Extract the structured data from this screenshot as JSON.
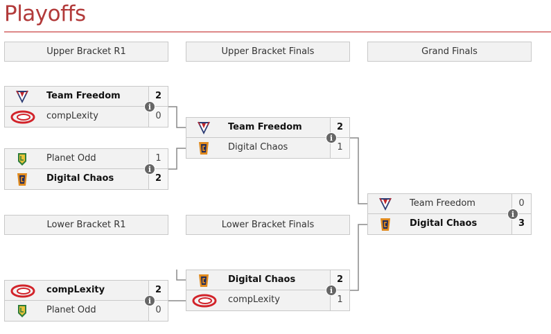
{
  "page": {
    "title": "Playoffs"
  },
  "rounds": {
    "upper_r1": "Upper Bracket R1",
    "upper_finals": "Upper Bracket Finals",
    "grand_finals": "Grand Finals",
    "lower_r1": "Lower Bracket R1",
    "lower_finals": "Lower Bracket Finals"
  },
  "matches": {
    "ub_r1_m1": {
      "team1": {
        "name": "Team Freedom",
        "score": "2",
        "logo": "team-freedom-logo"
      },
      "team2": {
        "name": "compLexity",
        "score": "0",
        "logo": "complexity-logo"
      }
    },
    "ub_r1_m2": {
      "team1": {
        "name": "Planet Odd",
        "score": "1",
        "logo": "planet-odd-logo"
      },
      "team2": {
        "name": "Digital Chaos",
        "score": "2",
        "logo": "digital-chaos-logo"
      }
    },
    "ub_finals": {
      "team1": {
        "name": "Team Freedom",
        "score": "2",
        "logo": "team-freedom-logo"
      },
      "team2": {
        "name": "Digital Chaos",
        "score": "1",
        "logo": "digital-chaos-logo"
      }
    },
    "grand_finals": {
      "team1": {
        "name": "Team Freedom",
        "score": "0",
        "logo": "team-freedom-logo"
      },
      "team2": {
        "name": "Digital Chaos",
        "score": "3",
        "logo": "digital-chaos-logo"
      }
    },
    "lb_r1": {
      "team1": {
        "name": "compLexity",
        "score": "2",
        "logo": "complexity-logo"
      },
      "team2": {
        "name": "Planet Odd",
        "score": "0",
        "logo": "planet-odd-logo"
      }
    },
    "lb_finals": {
      "team1": {
        "name": "Digital Chaos",
        "score": "2",
        "logo": "digital-chaos-logo"
      },
      "team2": {
        "name": "compLexity",
        "score": "1",
        "logo": "complexity-logo"
      }
    }
  },
  "ui": {
    "info_glyph": "i"
  },
  "colors": {
    "title": "#b23a3a",
    "rule": "#dd8888",
    "cell_bg": "#f2f2f2",
    "border": "#c8c8c8",
    "connector": "#888888"
  }
}
